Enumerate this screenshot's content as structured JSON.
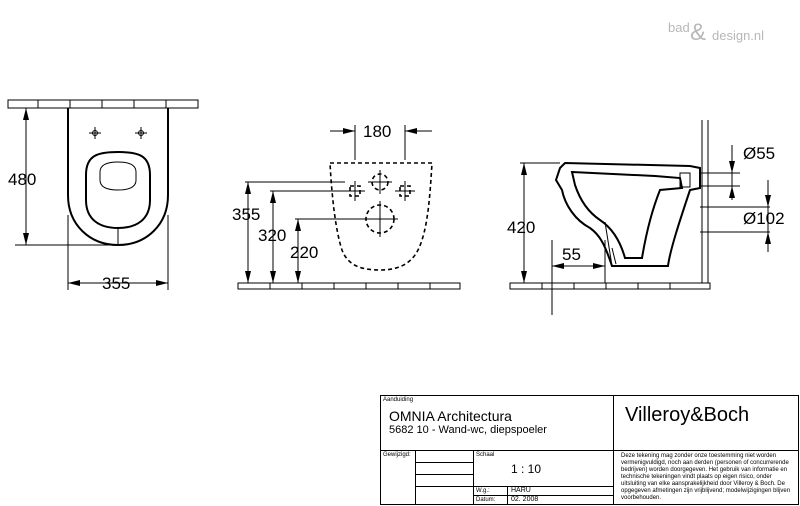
{
  "watermark": {
    "prefix": "bad",
    "ampersand": "&",
    "suffix": "design.nl"
  },
  "dimensions": {
    "width_top": "355",
    "length_top": "480",
    "fix_width": "180",
    "height_355": "355",
    "height_320": "320",
    "height_220": "220",
    "height_420": "420",
    "offset_55": "55",
    "dia_55": "Ø55",
    "dia_102": "Ø102"
  },
  "title_block": {
    "label_aanduiding": "Aanduiding",
    "product_name": "OMNIA Architectura",
    "product_desc": "5682 10 - Wand-wc, diepspoeler",
    "brand": "Villeroy&Boch",
    "label_gewijzigd": "Gewijzigd:",
    "label_schaal": "Schaal",
    "scale_value": "1 : 10",
    "label_wg": "W.g.:",
    "wg_value": "HARU",
    "label_datum": "Datum:",
    "datum_value": "02. 2008",
    "disclaimer": "Deze tekening mag zonder onze toestemming niet worden vermenigvuldigd, noch aan derden (personen of concurrerende bedrijven) worden doorgegeven. Het gebruik van informatie en technische tekeningen vindt plaats op eigen risico, onder uitsluiting van elke aansprakelijkheid door Villeroy & Boch. De opgegeven afmetingen zijn vrijblijvend; modelwijzigingen blijven voorbehouden."
  }
}
